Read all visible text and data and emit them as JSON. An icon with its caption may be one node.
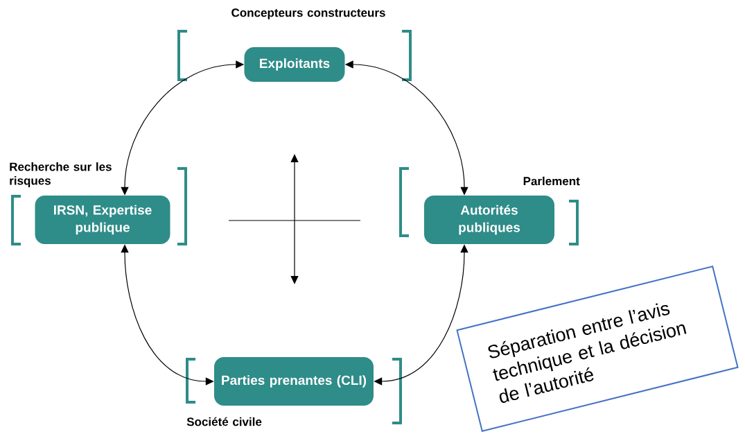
{
  "diagram": {
    "nodes": [
      {
        "text": [
          "Exploitants"
        ],
        "beside": [
          "Concepteurs constructeurs"
        ]
      },
      {
        "text": [
          "IRSN, Expertise publique"
        ],
        "beside": [
          "Recherche sur les risques"
        ]
      },
      {
        "text": [
          "Autorités publiques"
        ],
        "beside": [
          "Parlement"
        ]
      },
      {
        "text": [
          "Parties prenantes (CLI)"
        ],
        "beside": [
          "Société civile"
        ]
      },
      {
        "text": [
          "Séparation entre l’avis technique et la décision de l’autorité"
        ]
      }
    ],
    "edges": [
      {
        "from": 0,
        "to": 1,
        "arrow": "both"
      },
      {
        "from": 0,
        "to": 2,
        "arrow": "both"
      },
      {
        "from": 1,
        "to": 3,
        "arrow": "both"
      },
      {
        "from": 2,
        "to": 3,
        "arrow": "both"
      }
    ]
  }
}
